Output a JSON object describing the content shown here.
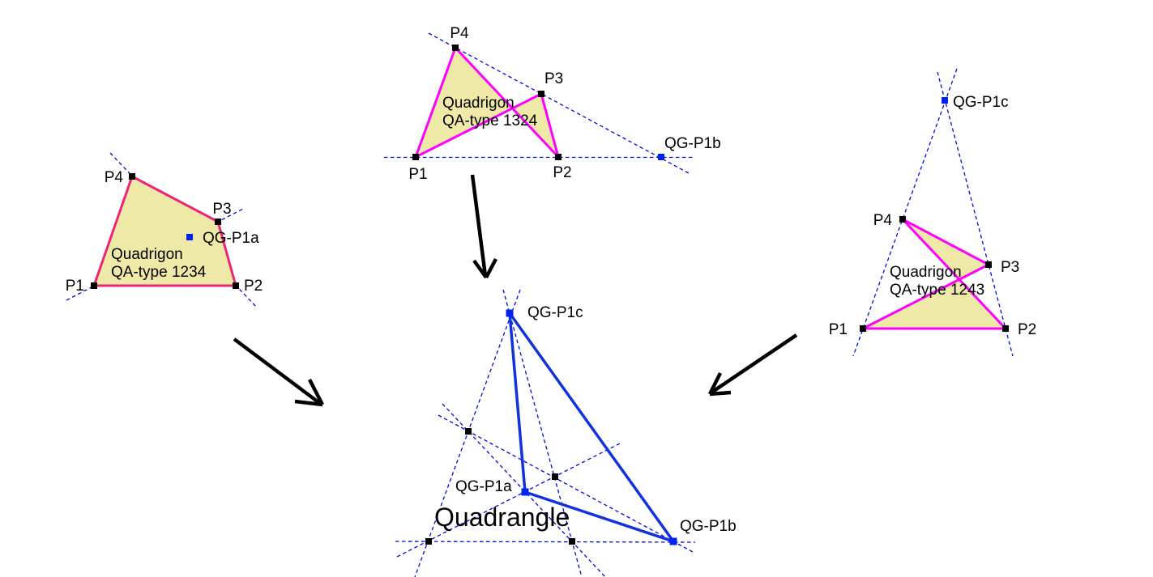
{
  "colors": {
    "quadrigon_fill": "#EFE9A7",
    "quadrigon_outline_1234": "#EE2479",
    "quadrigon_outline_magenta": "#FF00FF",
    "dashed_line_blue": "#0008DD",
    "triangle_blue": "#1133DD",
    "point_black": "#000000",
    "point_blue": "#0022EE",
    "text_black": "#000000",
    "arrow_black": "#000000"
  },
  "left_quadrigon": {
    "title_line1": "Quadrigon",
    "title_line2": "QA-type 1234",
    "p1": "P1",
    "p2": "P2",
    "p3": "P3",
    "p4": "P4",
    "qg": "QG-P1a"
  },
  "top_quadrigon": {
    "title_line1": "Quadrigon",
    "title_line2": "QA-type 1324",
    "p1": "P1",
    "p2": "P2",
    "p3": "P3",
    "p4": "P4",
    "qg": "QG-P1b"
  },
  "right_quadrigon": {
    "title_line1": "Quadrigon",
    "title_line2": "QA-type 1243",
    "p1": "P1",
    "p2": "P2",
    "p3": "P3",
    "p4": "P4",
    "qg": "QG-P1c"
  },
  "quadrangle": {
    "title": "Quadrangle",
    "qg_a": "QG-P1a",
    "qg_b": "QG-P1b",
    "qg_c": "QG-P1c"
  }
}
